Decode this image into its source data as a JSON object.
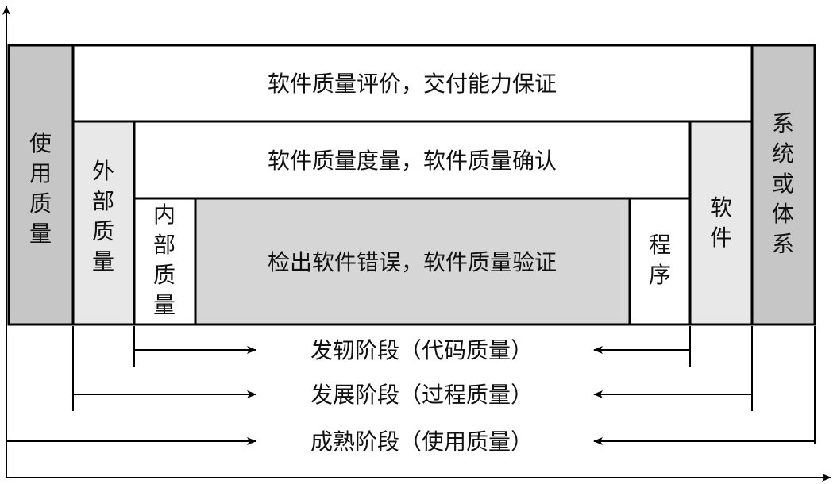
{
  "colors": {
    "outer_band": "#c6c6c6",
    "middle_band": "#e8e8e8",
    "inner_core": "#d6d6d6",
    "white": "#ffffff",
    "line": "#000000"
  },
  "layers": {
    "use_quality": [
      "使",
      "用",
      "质",
      "量"
    ],
    "external_quality": [
      "外",
      "部",
      "质",
      "量"
    ],
    "internal_quality": [
      "内",
      "部",
      "质",
      "量"
    ],
    "program": [
      "程",
      "序"
    ],
    "software": [
      "软",
      "件"
    ],
    "system": [
      "系",
      "统",
      "或",
      "体",
      "系"
    ]
  },
  "bands": {
    "top": "软件质量评价，交付能力保证",
    "middle": "软件质量度量，软件质量确认",
    "core": "检出软件错误，软件质量验证"
  },
  "stages": {
    "initial": "发轫阶段（代码质量）",
    "development": "发展阶段（过程质量）",
    "mature": "成熟阶段（使用质量）"
  }
}
